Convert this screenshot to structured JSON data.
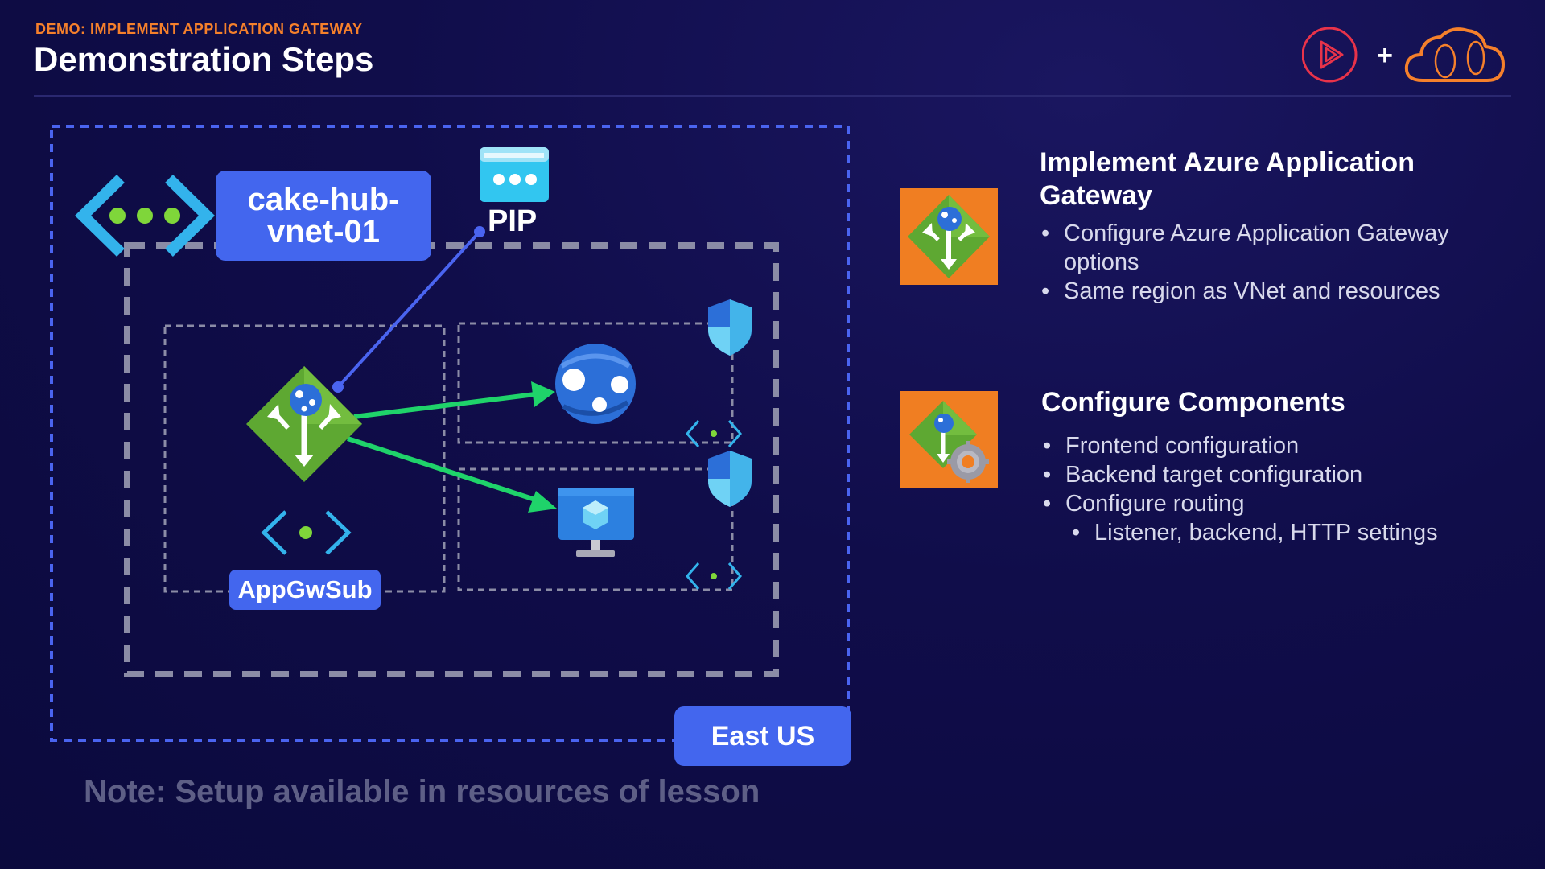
{
  "header": {
    "eyebrow": "DEMO: IMPLEMENT APPLICATION GATEWAY",
    "title": "Demonstration Steps"
  },
  "logos": {
    "play_logo": "play-logo-icon",
    "plus": "+",
    "cloud_logo": "cloud-logo-icon"
  },
  "diagram": {
    "vnet_label": "cake-hub-\nvnet-01",
    "pip_label": "PIP",
    "subnet_label": "AppGwSub",
    "region_label": "East US"
  },
  "note": "Note: Setup available in resources of lesson",
  "sections": [
    {
      "title": "Implement Azure Application Gateway",
      "icon": "application-gateway-icon",
      "bullets": [
        "Configure Azure Application Gateway options",
        "Same region as VNet and resources"
      ]
    },
    {
      "title": "Configure Components",
      "icon": "application-gateway-config-icon",
      "bullets": [
        "Frontend configuration",
        "Backend target configuration",
        "Configure routing"
      ],
      "sub_bullets": [
        "Listener, backend, HTTP settings"
      ]
    }
  ],
  "colors": {
    "accent_orange": "#f5802b",
    "badge_blue": "#4366ee",
    "gateway_green": "#5ea832",
    "arrow_green": "#1fd36a",
    "link_blue": "#4a64f0",
    "note_gray": "#5e5f86"
  }
}
